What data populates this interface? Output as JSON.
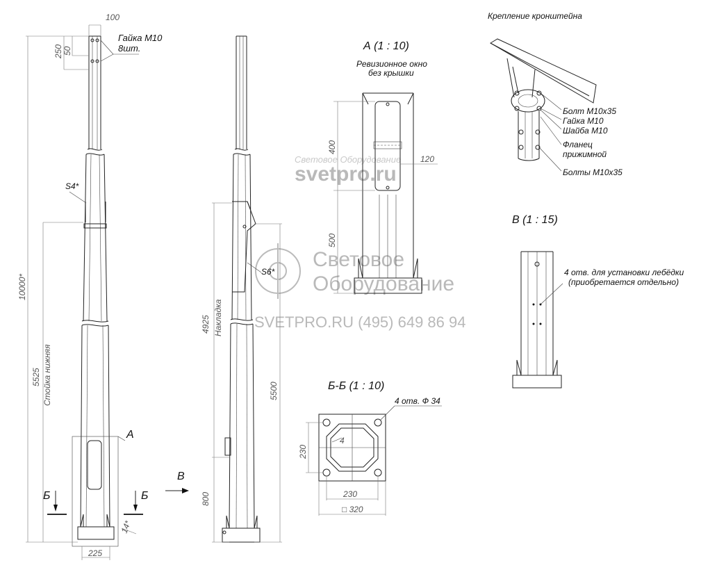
{
  "watermark": {
    "company_top": "Световое Оборудование",
    "site_top": "svetpro.ru",
    "company_line1": "Световое",
    "company_line2": "Оборудование",
    "site_phone": "SVETPRO.RU   (495) 649 86 94"
  },
  "pole_front": {
    "dim_top_width": "100",
    "dim_250": "250",
    "dim_50": "50",
    "nut_label_1": "Гайка М10",
    "nut_label_2": "8шт.",
    "wall_label_s4": "S4*",
    "total_height": "10000*",
    "lower_height": "5525",
    "lower_label": "Стойка нижняя",
    "callout_a": "А",
    "section_b_left": "Б",
    "section_b_right": "Б",
    "base_thickness": "14*",
    "base_width": "225"
  },
  "pole_side": {
    "view_label": "В",
    "wall_label_s6": "S6*",
    "overlay_height": "4925",
    "overlay_label": "Накладка",
    "height_5500": "5500",
    "height_800": "800"
  },
  "detail_a": {
    "title": "А (1 : 10)",
    "note_1": "Ревизионное окно",
    "note_2": "без крышки",
    "dim_400": "400",
    "dim_500": "500",
    "dim_120": "120"
  },
  "bracket": {
    "title": "Крепление кронштейна",
    "bolt": "Болт М10х35",
    "nut": "Гайка М10",
    "washer": "Шайба М10",
    "flange_1": "Фланец",
    "flange_2": "прижимной",
    "bolts": "Болты М10х35"
  },
  "detail_b15": {
    "title": "В (1 : 15)",
    "note_1": "4 отв. для установки лебёдки",
    "note_2": "(приобретается отдельно)"
  },
  "section_bb": {
    "title": "Б-Б (1 : 10)",
    "holes": "4 отв. Ф 34",
    "dim_230_v": "230",
    "dim_230_h": "230",
    "dim_320": "□ 320",
    "small": "4"
  }
}
